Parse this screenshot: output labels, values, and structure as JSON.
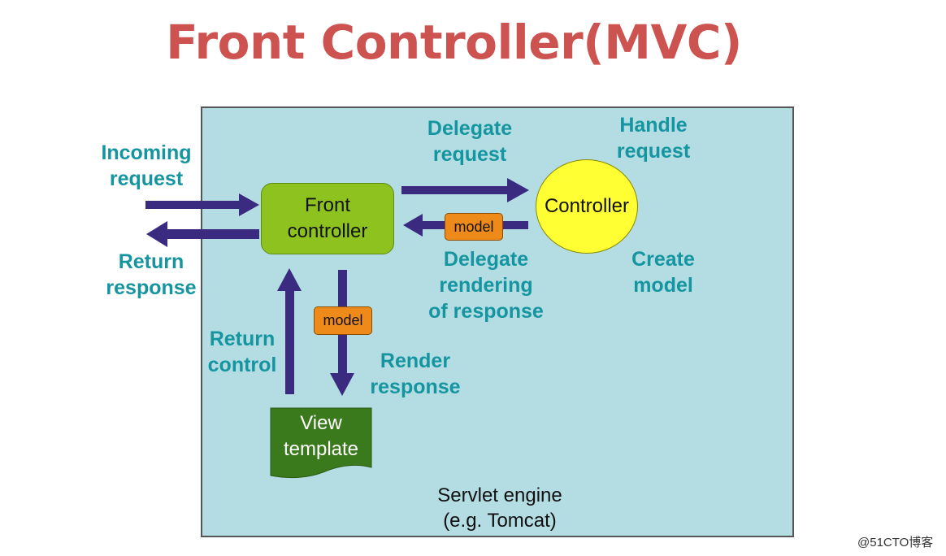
{
  "title": "Front Controller(MVC)",
  "labels": {
    "incoming_request": [
      "Incoming",
      "request"
    ],
    "return_response": [
      "Return",
      "response"
    ],
    "delegate_request": [
      "Delegate",
      "request"
    ],
    "handle_request": [
      "Handle",
      "request"
    ],
    "delegate_rendering": [
      "Delegate",
      "rendering",
      "of response"
    ],
    "create_model": [
      "Create",
      "model"
    ],
    "return_control": [
      "Return",
      "control"
    ],
    "render_response": [
      "Render",
      "response"
    ]
  },
  "nodes": {
    "front_controller": [
      "Front",
      "controller"
    ],
    "controller": "Controller",
    "view_template": [
      "View",
      "template"
    ],
    "servlet_engine": [
      "Servlet engine",
      "(e.g. Tomcat)"
    ]
  },
  "badges": {
    "model_top": "model",
    "model_bottom": "model"
  },
  "watermark": "@51CTO博客",
  "colors": {
    "title": "#cd5350",
    "label": "#14959f",
    "engine": "#b3dce3",
    "front_controller": "#8ec21f",
    "controller": "#ffff33",
    "view_template": "#3b7a1c",
    "model": "#ee8a1a",
    "arrow": "#3a2a80"
  }
}
